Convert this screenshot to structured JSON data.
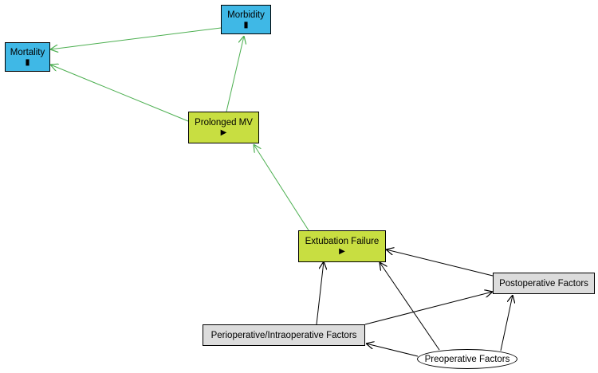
{
  "nodes": {
    "morbidity": {
      "label": "Morbidity",
      "marker": "▮"
    },
    "mortality": {
      "label": "Mortality",
      "marker": "▮"
    },
    "prolonged_mv": {
      "label": "Prolonged MV",
      "marker": "▶"
    },
    "extubation_failure": {
      "label": "Extubation Failure",
      "marker": "▶"
    },
    "postoperative_factors": {
      "label": "Postoperative Factors"
    },
    "perioperative_factors": {
      "label": "Perioperative/Intraoperative Factors"
    },
    "preoperative_factors": {
      "label": "Preoperative Factors"
    }
  },
  "colors": {
    "outcome": "#3fb8e6",
    "intermediate": "#c8de41",
    "factor": "#dcdcdc",
    "causal_edge": "#4caf50",
    "other_edge": "#000000"
  },
  "edges": [
    {
      "from": "morbidity",
      "to": "mortality",
      "type": "causal"
    },
    {
      "from": "prolonged_mv",
      "to": "mortality",
      "type": "causal"
    },
    {
      "from": "prolonged_mv",
      "to": "morbidity",
      "type": "causal"
    },
    {
      "from": "extubation_failure",
      "to": "prolonged_mv",
      "type": "causal"
    },
    {
      "from": "postoperative_factors",
      "to": "extubation_failure",
      "type": "other"
    },
    {
      "from": "perioperative_factors",
      "to": "extubation_failure",
      "type": "other"
    },
    {
      "from": "perioperative_factors",
      "to": "postoperative_factors",
      "type": "other"
    },
    {
      "from": "preoperative_factors",
      "to": "extubation_failure",
      "type": "other"
    },
    {
      "from": "preoperative_factors",
      "to": "postoperative_factors",
      "type": "other"
    },
    {
      "from": "preoperative_factors",
      "to": "perioperative_factors",
      "type": "other"
    }
  ]
}
